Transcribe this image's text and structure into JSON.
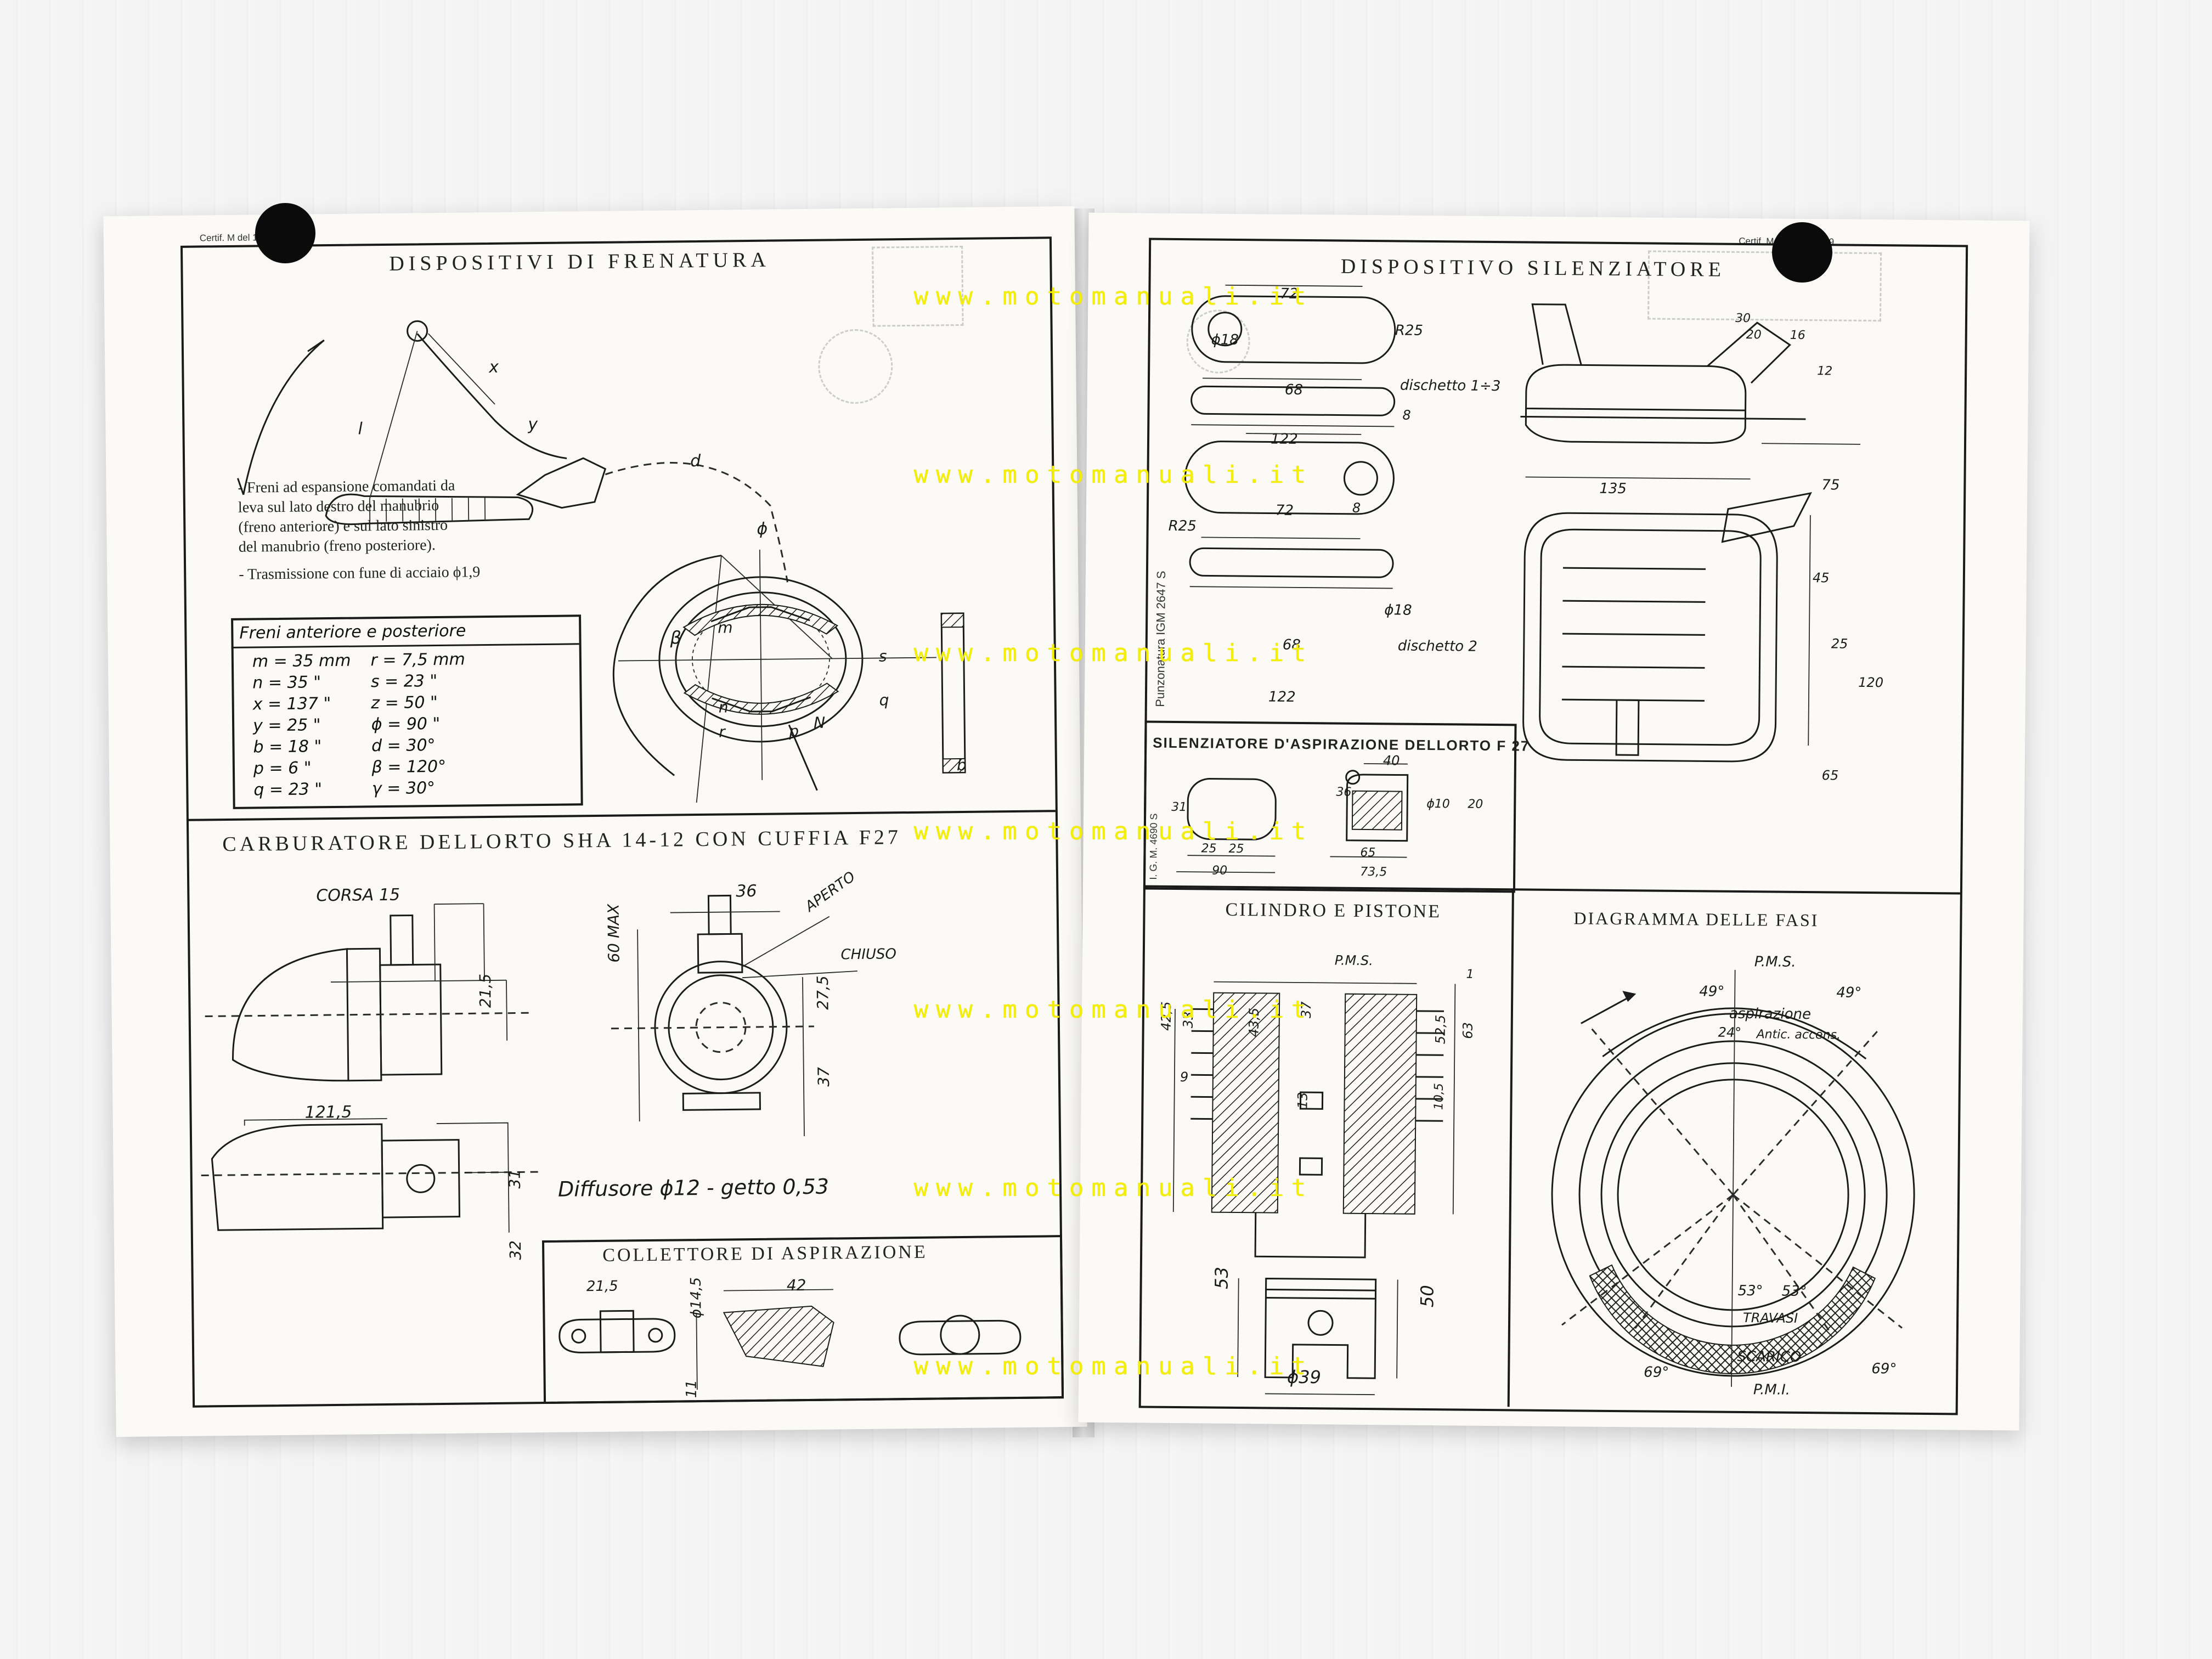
{
  "watermark": "www.motomanuali.it",
  "left_page": {
    "certificate": "Certif.                    M  del  15-6-1979",
    "brakes": {
      "title": "DISPOSITIVI DI FRENATURA",
      "notes": [
        "- Freni ad espansione comandati da",
        "  leva sul lato destro del manubrio",
        "  (freno anteriore) e sul lato sinistro",
        "  del manubrio (freno posteriore).",
        "- Trasmissione con fune di acciaio ϕ1,9"
      ],
      "table_title": "Freni anteriore e posteriore",
      "table_rows": [
        [
          "m = 35 mm",
          "r = 7,5 mm"
        ],
        [
          "n = 35  \"",
          "s = 23  \""
        ],
        [
          "x = 137  \"",
          "z = 50  \""
        ],
        [
          "y = 25  \"",
          "ϕ = 90  \""
        ],
        [
          "b = 18  \"",
          "d = 30°"
        ],
        [
          "p = 6  \"",
          "β = 120°"
        ],
        [
          "q = 23  \"",
          "γ = 30°"
        ]
      ],
      "labels": [
        "x",
        "l",
        "y",
        "d",
        "ϕ",
        "β",
        "m",
        "r",
        "n",
        "p",
        "N",
        "q",
        "s",
        "b"
      ]
    },
    "carburetor": {
      "title": "CARBURATORE DELLORTO SHA 14-12 CON CUFFIA F27",
      "labels": {
        "stroke": "CORSA 15",
        "dim_36": "36",
        "open": "APERTO",
        "closed": "CHIUSO",
        "dim_60": "60 MAX",
        "dim_215": "21,5",
        "dim_275": "27,5",
        "dim_37": "37",
        "dim_1215": "121,5",
        "dim_31": "31",
        "dim_32": "32",
        "diffuser": "Diffusore ϕ12  -  getto 0,53"
      }
    },
    "manifold": {
      "title": "COLLETTORE DI ASPIRAZIONE",
      "labels": {
        "d1": "21,5",
        "d2": "ϕ14,5",
        "d3": "42",
        "d4": "11"
      }
    }
  },
  "right_page": {
    "certificate": "Certif.                  M  del  15-6-1979",
    "silencer": {
      "title": "DISPOSITIVO SILENZIATORE",
      "labels": {
        "d18a": "ϕ18",
        "d72a": "72",
        "r25a": "R25",
        "d68a": "68",
        "disc13": "dischetto 1÷3",
        "d122a": "122",
        "d8a": "8",
        "r25b": "R25",
        "d72b": "72",
        "d8b": "8",
        "d18b": "ϕ18",
        "d68b": "68",
        "disc2": "dischetto 2",
        "d122b": "122",
        "stamp": "Punzonatura IGM 2647 S",
        "d135": "135",
        "d75": "75",
        "d30": "30",
        "d20": "20",
        "d16": "16",
        "d12": "12",
        "d45": "45",
        "d25": "25",
        "d120": "120",
        "d65": "65"
      }
    },
    "intake_silencer": {
      "title": "SILENZIATORE D'ASPIRAZIONE DELLORTO F 27",
      "labels": {
        "side_code": "I. G. M. 4690 S",
        "d40": "40",
        "d36": "36",
        "d31": "31",
        "d10": "ϕ10",
        "d20": "20",
        "d25a": "25",
        "d25b": "25",
        "d65": "65",
        "d90": "90",
        "d735": "73,5"
      }
    },
    "cylinder": {
      "title": "CILINDRO E PISTONE",
      "labels": {
        "pms": "P.M.S.",
        "d425": "42,5",
        "d33": "33",
        "d435": "43,5",
        "d37": "37",
        "d525": "52,5",
        "d63": "63",
        "d9": "9",
        "d13": "13",
        "d105": "10,5",
        "d1": "1",
        "d53": "53",
        "d50": "50",
        "d39": "ϕ39"
      }
    },
    "timing": {
      "title": "DIAGRAMMA DELLE FASI",
      "labels": {
        "pms": "P.M.S.",
        "a49l": "49°",
        "a49r": "49°",
        "intake": "aspirazione",
        "a24": "24°",
        "ignition": "Antic. accens.",
        "a53l": "53°",
        "a53r": "53°",
        "transfer": "TRAVASI",
        "exhaust": "SCARICO",
        "a69l": "69°",
        "a69r": "69°",
        "pmi": "P.M.I."
      }
    }
  }
}
